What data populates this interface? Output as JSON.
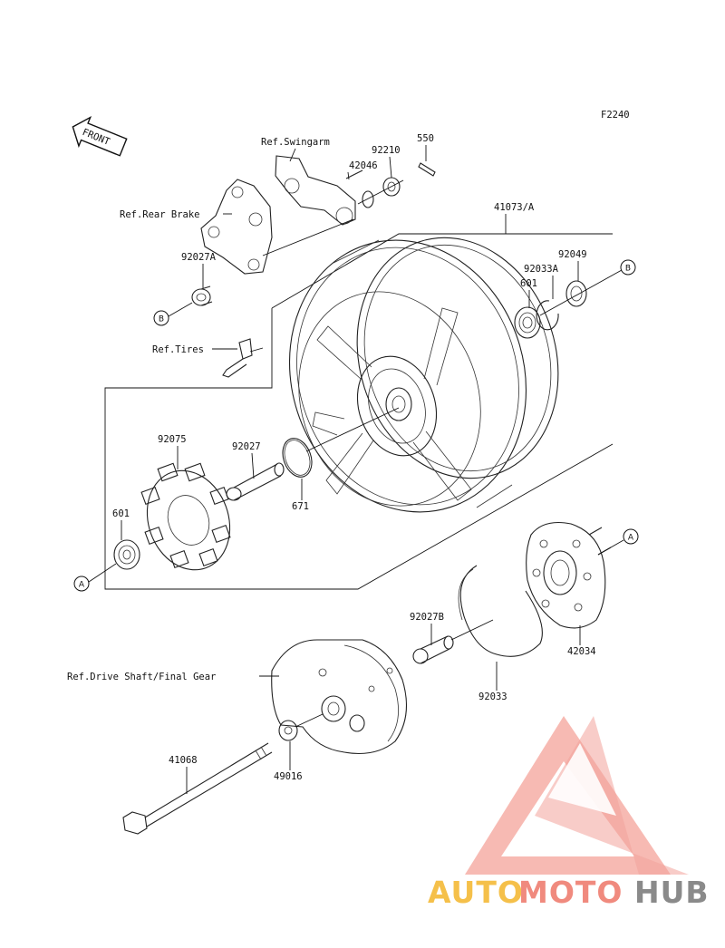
{
  "figure_code": "F2240",
  "front_label": "FRONT",
  "references": {
    "swingarm": "Ref.Swingarm",
    "rear_brake": "Ref.Rear Brake",
    "tires": "Ref.Tires",
    "drive_shaft": "Ref.Drive Shaft/Final Gear"
  },
  "parts": {
    "p550": "550",
    "p92210": "92210",
    "p42046": "42046",
    "p41073A": "41073/A",
    "p92049": "92049",
    "p92033A": "92033A",
    "p601_top": "601",
    "p92027A": "92027A",
    "p92075": "92075",
    "p92027": "92027",
    "p671": "671",
    "p601_left": "601",
    "p92027B": "92027B",
    "p42034": "42034",
    "p92033": "92033",
    "p41068": "41068",
    "p49016": "49016"
  },
  "callouts": {
    "a": "A",
    "b": "B"
  },
  "watermark": {
    "auto": "AUTO",
    "moto": "MOTO",
    "hub": "HUB",
    "color_auto": "#f5c04a",
    "color_moto": "#f08a7e",
    "color_hub": "#8a8a8a",
    "logo_color": "#f2a39a"
  }
}
